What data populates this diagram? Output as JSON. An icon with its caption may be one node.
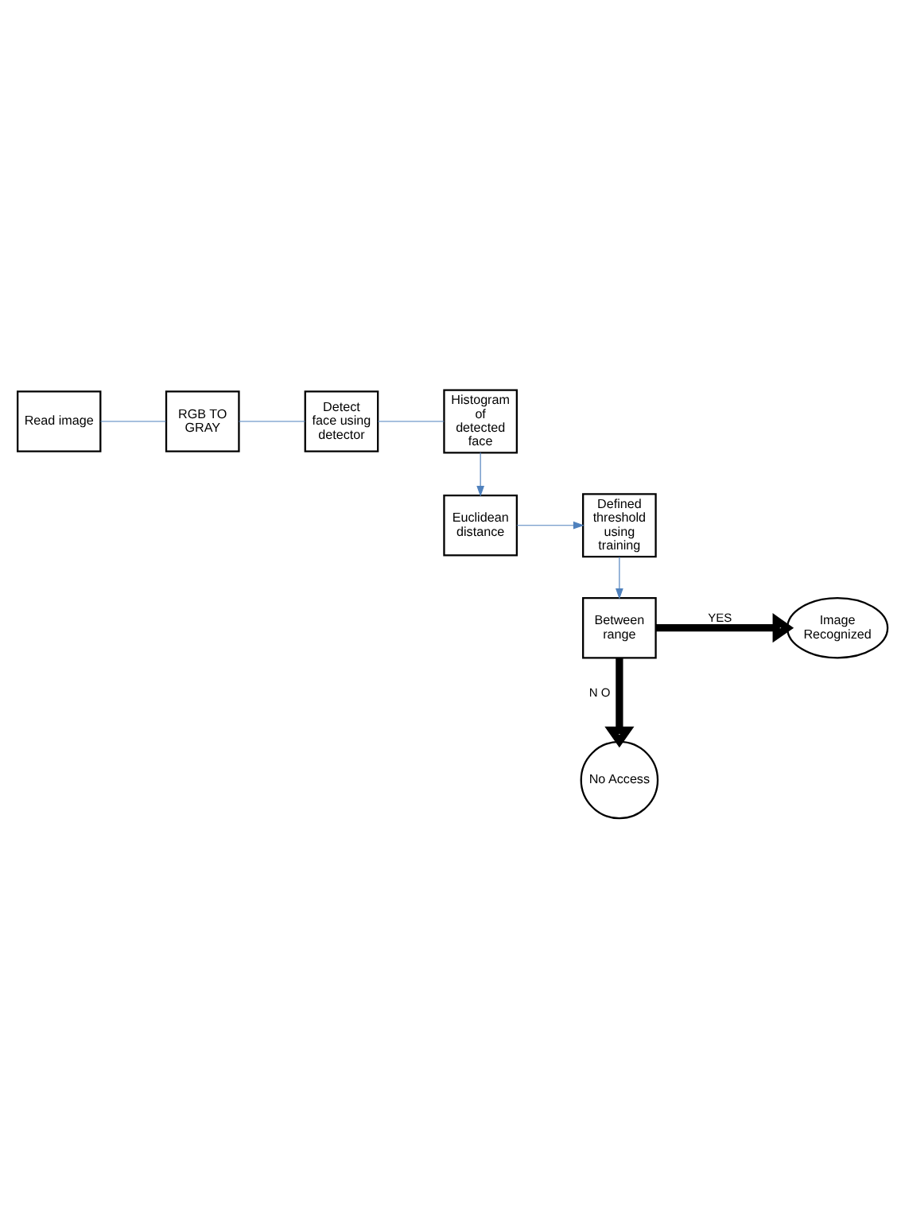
{
  "diagram": {
    "nodes": [
      {
        "text": [
          "Read image"
        ]
      },
      {
        "text": [
          "RGB TO GRAY"
        ]
      },
      {
        "text": [
          "Detect face using detector"
        ]
      },
      {
        "text": [
          "Histogram of detected face"
        ]
      },
      {
        "text": [
          "Euclidean distance"
        ]
      },
      {
        "text": [
          "Defined threshold using training"
        ]
      },
      {
        "text": [
          "Between range"
        ]
      },
      {
        "text": [
          "Image Recognized"
        ]
      },
      {
        "text": [
          "No Access"
        ]
      }
    ],
    "edges": [
      {
        "from": 0,
        "to": 1,
        "arrow": "none",
        "color": "#4f81bd"
      },
      {
        "from": 1,
        "to": 2,
        "arrow": "none",
        "color": "#4f81bd"
      },
      {
        "from": 2,
        "to": 3,
        "arrow": "none",
        "color": "#4f81bd"
      },
      {
        "from": 3,
        "to": 4,
        "arrow": "to",
        "color": "#4f81bd"
      },
      {
        "from": 4,
        "to": 5,
        "arrow": "to",
        "color": "#4f81bd"
      },
      {
        "from": 5,
        "to": 6,
        "arrow": "to",
        "color": "#4f81bd"
      },
      {
        "from": 6,
        "to": 7,
        "arrow": "to",
        "label": "YES",
        "style": "thick",
        "color": "#000000"
      },
      {
        "from": 6,
        "to": 8,
        "arrow": "to",
        "label": "N O",
        "style": "thick",
        "color": "#000000"
      }
    ]
  }
}
